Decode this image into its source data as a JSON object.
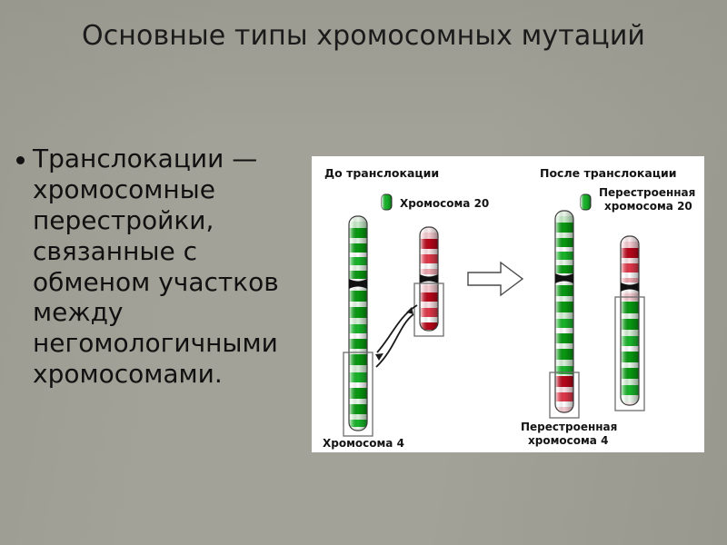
{
  "slide": {
    "title": "Основные типы хромосомных мутаций",
    "background_edge_color": "#a2a298",
    "background_center_color": "#efe9d8"
  },
  "body": {
    "bullet_marker": "•",
    "text": "Транслокации — хромосомные перестройки, связанные с обменом участков между негомологичными хромосомами."
  },
  "figure": {
    "panel_bg": "#ffffff",
    "headers": {
      "before": "До транслокации",
      "after": "После транслокации"
    },
    "labels": {
      "chr20": "Хромосома 20",
      "chr4": "Хромосома 4",
      "rebuilt_chr20_line1": "Перестроенная",
      "rebuilt_chr20_line2": "хромосома 20",
      "rebuilt_chr4_line1": "Перестроенная",
      "rebuilt_chr4_line2": "хромосома 4"
    },
    "colors": {
      "green_dark": "#089a12",
      "green_mid": "#18b52a",
      "green_light": "#c9edcb",
      "green_pale": "#eaf8ea",
      "red_dark": "#b8061a",
      "red_mid": "#e0384a",
      "red_light": "#f6cdd2",
      "red_pale": "#fdeef0",
      "centromere": "#111111",
      "outline": "#3a3a3a",
      "highlight_box": "#6d6d6d",
      "arrow": "#1a1a1a"
    },
    "arrow_big": "right-block-arrow",
    "exchange_arrows": 2,
    "chromosomes": [
      {
        "name": "chromosome-4-before",
        "side": "before",
        "color": "green",
        "highlight_segment": "lower-arm-bottom"
      },
      {
        "name": "chromosome-20-before",
        "side": "before",
        "color": "red",
        "highlight_segment": "lower-arm"
      },
      {
        "name": "rebuilt-chromosome-4",
        "side": "after",
        "color": "green",
        "foreign_segment_color": "red",
        "highlight_segment": "lower-arm-bottom"
      },
      {
        "name": "rebuilt-chromosome-20",
        "side": "after",
        "color": "red",
        "foreign_segment_color": "green",
        "highlight_segment": "lower-arm"
      }
    ]
  }
}
